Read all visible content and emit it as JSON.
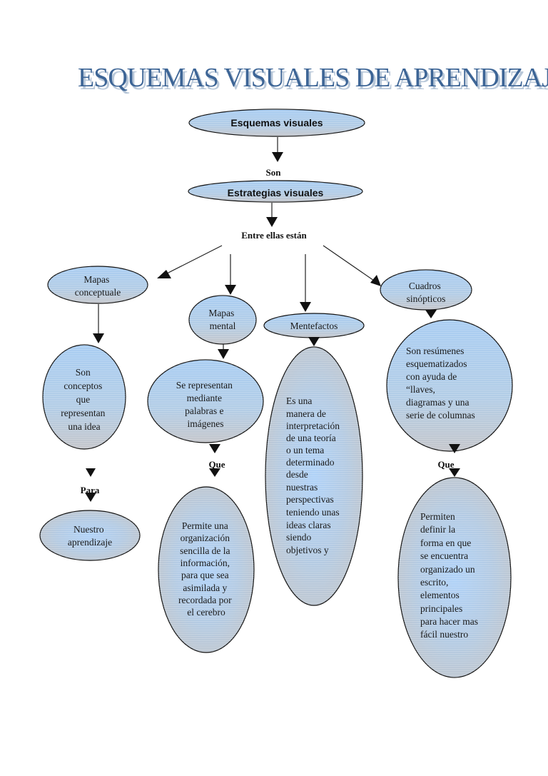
{
  "title": "ESQUEMAS VISUALES DE APRENDIZAJE",
  "colors": {
    "title": "#3d6596",
    "node_fill_top": "#a9cdf2",
    "node_fill_bottom": "#c0c4ca",
    "outline": "#111111"
  },
  "nodes": {
    "root": {
      "label": "Esquemas visuales"
    },
    "strategies": {
      "label": "Estrategias visuales"
    },
    "conceptual_maps": {
      "lines": [
        "Mapas",
        "conceptuale"
      ]
    },
    "mental_maps": {
      "lines": [
        "Mapas",
        "mental"
      ]
    },
    "mentefactos": {
      "lines": [
        "Mentefactos"
      ]
    },
    "synoptic_tables": {
      "lines": [
        "Cuadros",
        "sinópticos"
      ]
    },
    "conceptual_def": {
      "lines": [
        "Son",
        "conceptos",
        "que",
        "representan",
        "una idea"
      ]
    },
    "mental_def": {
      "lines": [
        "Se representan",
        "mediante",
        "palabras e",
        "imágenes"
      ]
    },
    "mentefactos_def": {
      "lines": [
        "Es una",
        "manera de",
        "interpretación",
        "de una teoría",
        "o un tema",
        "determinado",
        "desde",
        "nuestras",
        "perspectivas",
        "teniendo unas",
        "ideas claras",
        "siendo",
        "objetivos y"
      ]
    },
    "synoptic_def": {
      "lines": [
        "Son resúmenes",
        "esquematizados",
        "con ayuda de",
        "“llaves,",
        "diagramas  y  una",
        "serie de columnas"
      ]
    },
    "learning": {
      "lines": [
        "Nuestro",
        "aprendizaje"
      ]
    },
    "mental_purpose": {
      "lines": [
        "Permite una",
        "organización",
        "sencilla de la",
        "información,",
        "para que sea",
        "asimilada y",
        "recordada por",
        "el cerebro"
      ]
    },
    "synoptic_purpose": {
      "lines": [
        "Permiten",
        "definir la",
        "forma en que",
        "se encuentra",
        "organizado un",
        "escrito,",
        "elementos",
        "principales",
        "para hacer mas",
        "fácil nuestro"
      ]
    }
  },
  "connectors": {
    "son": "Son",
    "entre_ellas": "Entre ellas están",
    "para": "Para",
    "que_mental": "Que",
    "que_synoptic": "Que"
  }
}
